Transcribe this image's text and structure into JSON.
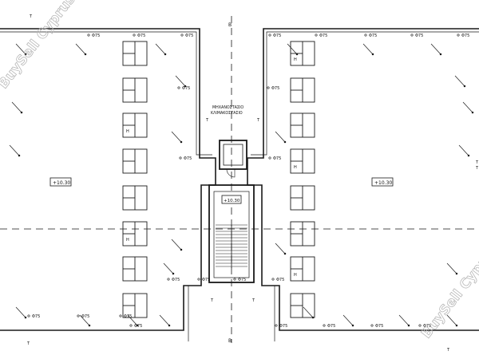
{
  "plan": {
    "level_label_left": "+10.30",
    "level_label_right": "+10.30",
    "level_label_stair": "+10.30",
    "room_label_line1": "ΜΗΧΑΝΟΣΤΑΣΙΟ",
    "room_label_line2": "ΚΛΙΜΑΚΟΣΤΑΣΙΟ",
    "section_mark": "B",
    "drain_label": "Φ75",
    "tile_mark": "H",
    "edge_mark": "T"
  },
  "watermark": {
    "text": "BuySell Cyprus"
  },
  "colors": {
    "line": "#1a1a1a",
    "watermark": "#b8b8b8",
    "background": "#ffffff"
  }
}
